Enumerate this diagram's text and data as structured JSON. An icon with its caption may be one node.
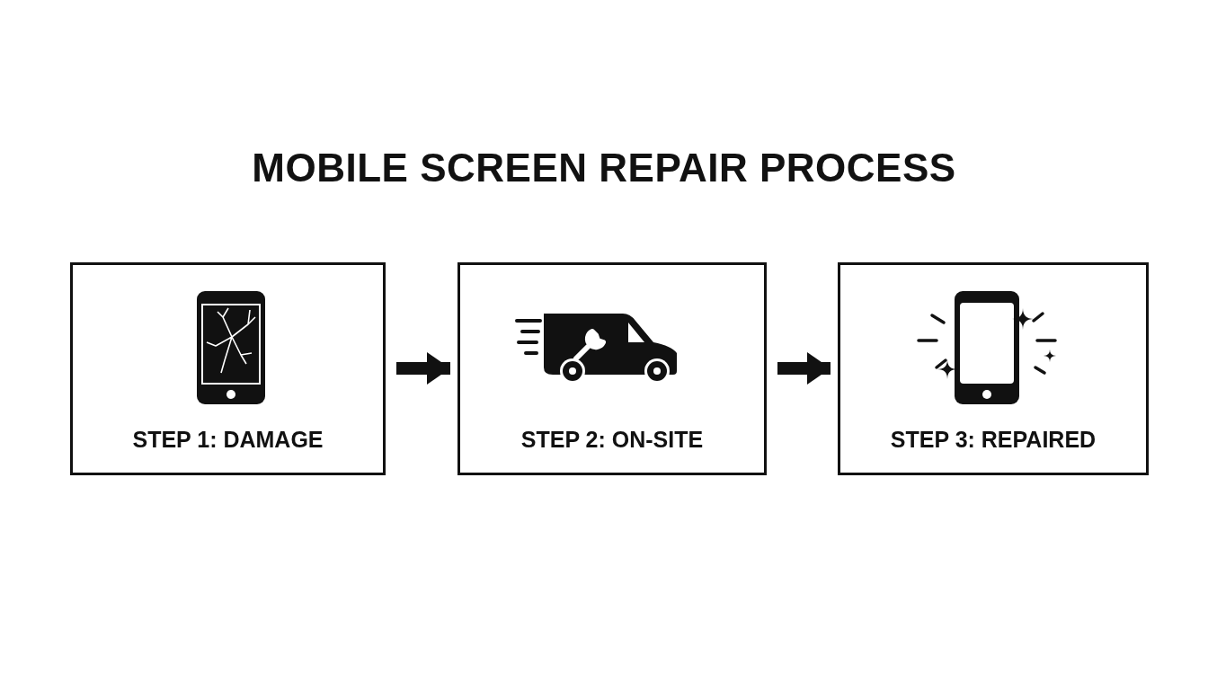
{
  "diagram": {
    "title": "MOBILE SCREEN REPAIR PROCESS",
    "nodes": [
      {
        "text": [
          "STEP 1: DAMAGE"
        ]
      },
      {
        "text": [
          "STEP 2: ON-SITE"
        ]
      },
      {
        "text": [
          "STEP 3: REPAIRED"
        ]
      }
    ],
    "edges": [
      {
        "from": 0,
        "to": 1,
        "arrow": "to"
      },
      {
        "from": 1,
        "to": 2,
        "arrow": "to"
      }
    ]
  }
}
